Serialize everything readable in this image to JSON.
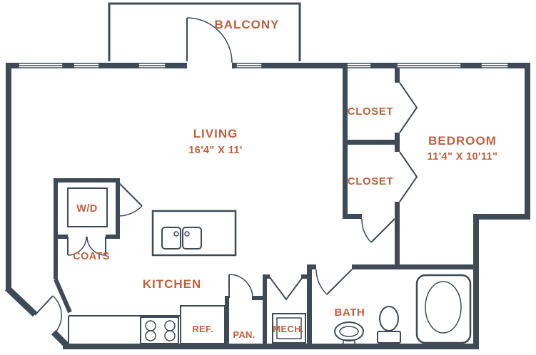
{
  "colors": {
    "wall": "#3e4b57",
    "label": "#c05f3c"
  },
  "labels": {
    "balcony": "BALCONY",
    "living": "LIVING",
    "living_dims": "16'4\" X 11'",
    "bedroom": "BEDROOM",
    "bedroom_dims": "11'4\" X 10'11\"",
    "closet_top": "CLOSET",
    "closet_bottom": "CLOSET",
    "wd": "W/D",
    "coats": "COATS",
    "kitchen": "KITCHEN",
    "ref": "REF.",
    "pan": "PAN.",
    "mech": "MECH.",
    "bath": "BATH"
  }
}
